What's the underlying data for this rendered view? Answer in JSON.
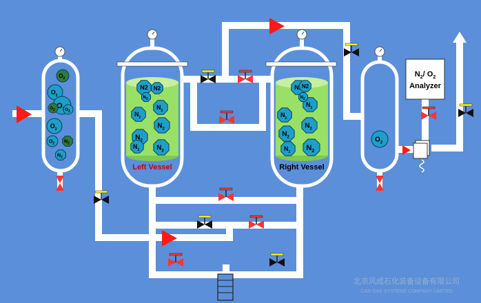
{
  "colors": {
    "background": "#5b8fd9",
    "pipe": "#ffffff",
    "flow_arrow": "#ff1a1a",
    "valve_closed": "#ff3333",
    "valve_open": "#111111",
    "valve_handle_open": "#ffff00",
    "valve_handle_closed": "#ff3333",
    "sieve_bed": "#99e066",
    "molecule_n2": "#1e9fc8",
    "molecule_o2": "#1e9fc8",
    "molecule_o2_dark": "#2f7a3a",
    "vessel_left_label": "#cc0000",
    "vessel_right_label": "#000000",
    "watermark": "#9bb3cf"
  },
  "vessels": {
    "left_label": "Left Vessel",
    "right_label": "Right Vessel"
  },
  "analyzer": {
    "line1_a": "N",
    "line1_sub1": "2",
    "line1_b": "/ O",
    "line1_sub2": "2",
    "line2": "Analyzer"
  },
  "molecules": {
    "n2_symbol": "N",
    "n2_sub": "2",
    "n2_compact": "N2",
    "o2_symbol": "O",
    "o2_sub": "2"
  },
  "watermark": {
    "line1": "北京风成石化装备设备有限公司",
    "line2": "CAN GAS SYSTEMS COMPANY LIMITED"
  }
}
